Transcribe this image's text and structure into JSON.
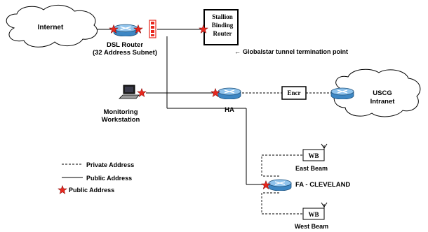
{
  "clouds": {
    "internet": "Internet",
    "uscg_line1": "USCG",
    "uscg_line2": "Intranet"
  },
  "devices": {
    "dsl_router_line1": "DSL Router",
    "dsl_router_line2": "(32 Address Subnet)",
    "stallion_line1": "Stallion",
    "stallion_line2": "Binding",
    "stallion_line3": "Router",
    "tunnel_note": "Globalstar tunnel termination point",
    "tunnel_arrow": "←",
    "monitoring_line1": "Monitoring",
    "monitoring_line2": "Workstation",
    "ha": "HA",
    "encr": "Encr",
    "fa": "FA - CLEVELAND",
    "wb_east": "WB",
    "east_beam": "East Beam",
    "wb_west": "WB",
    "west_beam": "West Beam"
  },
  "legend": {
    "private": "Private Address",
    "public_line": "Public Address",
    "public_star": "Public Address"
  },
  "colors": {
    "star": "#e8281e",
    "router_body": "#3d87c4",
    "router_top": "#8fc3ec",
    "firewall": "#e8281e"
  }
}
